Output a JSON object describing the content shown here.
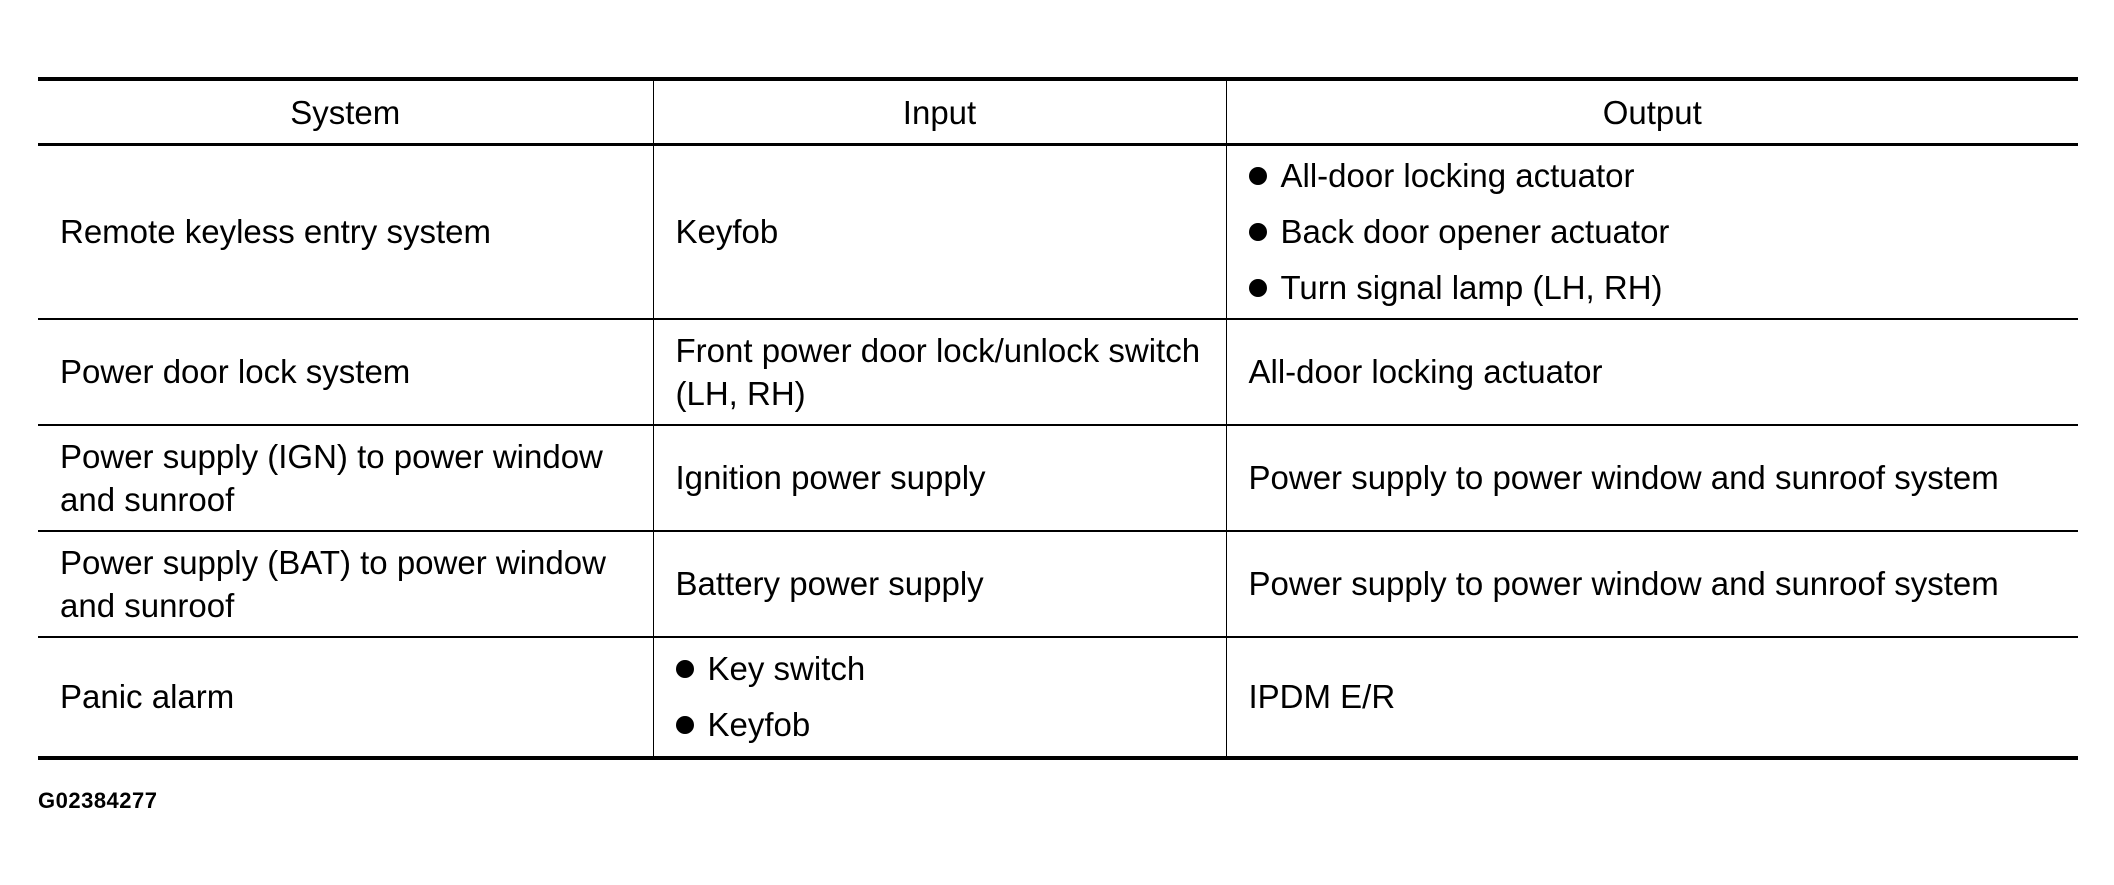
{
  "table": {
    "headers": [
      "System",
      "Input",
      "Output"
    ],
    "rows": [
      {
        "system": "Remote keyless entry system",
        "input": "Keyfob",
        "output_items": [
          "All-door locking actuator",
          "Back door opener actuator",
          "Turn signal lamp (LH, RH)"
        ]
      },
      {
        "system": "Power door lock system",
        "input": "Front power door lock/unlock switch (LH, RH)",
        "output": "All-door locking actuator"
      },
      {
        "system": "Power supply (IGN) to power window and sunroof",
        "input": "Ignition power supply",
        "output": "Power supply to power window and sunroof system"
      },
      {
        "system": "Power supply (BAT) to power window and sunroof",
        "input": "Battery power supply",
        "output": "Power supply to power window and sunroof system"
      },
      {
        "system": "Panic alarm",
        "input_items": [
          "Key switch",
          "Keyfob"
        ],
        "output": "IPDM E/R"
      }
    ]
  },
  "figure_id": "G02384277"
}
